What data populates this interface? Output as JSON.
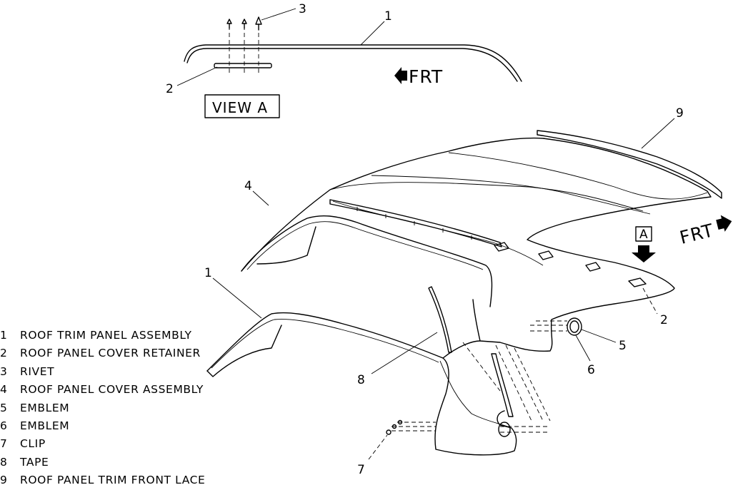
{
  "view_a": {
    "box_label": "VIEW A",
    "frt_label": "FRT",
    "callouts": [
      "1",
      "2",
      "3"
    ]
  },
  "main_view": {
    "frt_label": "FRT",
    "view_marker": "A",
    "callouts": [
      "9",
      "4",
      "1",
      "2",
      "5",
      "6",
      "8",
      "7"
    ]
  },
  "legend": [
    {
      "num": "1",
      "text": "ROOF TRIM PANEL ASSEMBLY"
    },
    {
      "num": "2",
      "text": "ROOF PANEL COVER RETAINER"
    },
    {
      "num": "3",
      "text": "RIVET"
    },
    {
      "num": "4",
      "text": "ROOF PANEL COVER ASSEMBLY"
    },
    {
      "num": "5",
      "text": "EMBLEM"
    },
    {
      "num": "6",
      "text": "EMBLEM"
    },
    {
      "num": "7",
      "text": "CLIP"
    },
    {
      "num": "8",
      "text": "TAPE"
    },
    {
      "num": "9",
      "text": "ROOF PANEL TRIM FRONT LACE"
    }
  ]
}
